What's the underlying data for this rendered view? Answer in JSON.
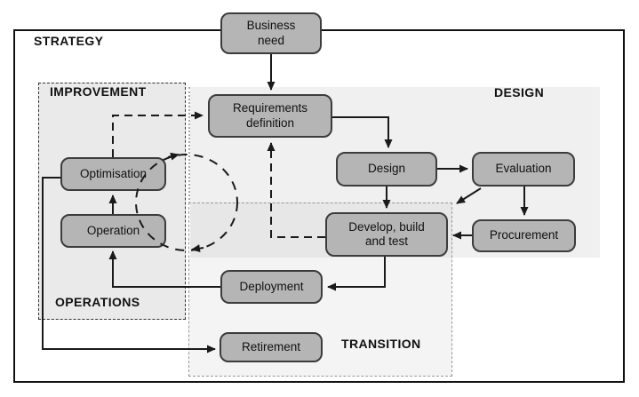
{
  "regions": {
    "strategy": {
      "label": "STRATEGY"
    },
    "improvement": {
      "label": "IMPROVEMENT"
    },
    "design": {
      "label": "DESIGN"
    },
    "operations": {
      "label": "OPERATIONS"
    },
    "transition": {
      "label": "TRANSITION"
    }
  },
  "nodes": {
    "business_need": {
      "label": "Business\nneed"
    },
    "requirements_definition": {
      "label": "Requirements\ndefinition"
    },
    "design": {
      "label": "Design"
    },
    "evaluation": {
      "label": "Evaluation"
    },
    "develop_build_test": {
      "label": "Develop, build\nand test"
    },
    "procurement": {
      "label": "Procurement"
    },
    "deployment": {
      "label": "Deployment"
    },
    "retirement": {
      "label": "Retirement"
    },
    "optimisation": {
      "label": "Optimisation"
    },
    "operation": {
      "label": "Operation"
    }
  },
  "flows": [
    {
      "from": "Business need",
      "to": "Requirements definition",
      "style": "solid"
    },
    {
      "from": "Requirements definition",
      "to": "Design",
      "style": "solid"
    },
    {
      "from": "Design",
      "to": "Evaluation",
      "style": "solid"
    },
    {
      "from": "Design",
      "to": "Develop, build and test",
      "style": "solid"
    },
    {
      "from": "Evaluation",
      "to": "Develop, build and test",
      "style": "solid"
    },
    {
      "from": "Evaluation",
      "to": "Procurement",
      "style": "solid"
    },
    {
      "from": "Procurement",
      "to": "Develop, build and test",
      "style": "solid"
    },
    {
      "from": "Develop, build and test",
      "to": "Deployment",
      "style": "solid"
    },
    {
      "from": "Deployment",
      "to": "Operation",
      "style": "solid"
    },
    {
      "from": "Operation",
      "to": "Optimisation",
      "style": "solid"
    },
    {
      "from": "Optimisation",
      "to": "Retirement",
      "style": "solid"
    },
    {
      "from": "Optimisation",
      "to": "Requirements definition",
      "style": "dashed"
    },
    {
      "from": "Develop, build and test",
      "to": "Requirements definition",
      "style": "dashed"
    },
    {
      "from": "Improvement cycle (Optimisation/Operation)",
      "to": "clockwise dashed circle",
      "style": "dashed-circle"
    }
  ],
  "colors": {
    "node_fill": "#b5b5b5",
    "node_border": "#3c3c3c",
    "region_fill_light": "#f0f0f0",
    "region_fill_medium": "#eaeaea",
    "region_border_dashed_gray": "#979797",
    "line": "#1a1a1a"
  }
}
